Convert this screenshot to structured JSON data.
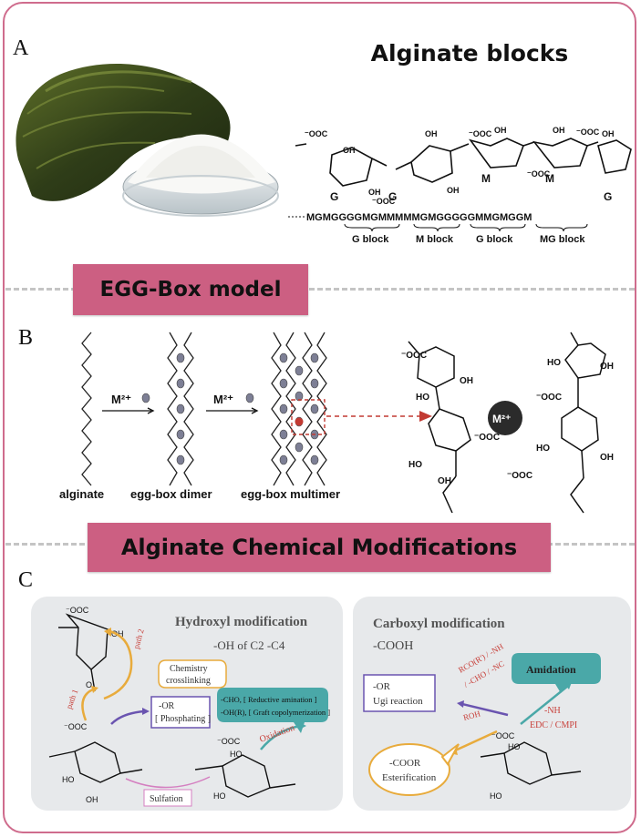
{
  "panel_labels": {
    "a": "A",
    "b": "B",
    "c": "C"
  },
  "section_a": {
    "title": "Alginate blocks",
    "residue_labels": [
      "G",
      "G",
      "M",
      "M",
      "G"
    ],
    "sequence": "MGMGGGGMGMMMMMGMGGGGGMMGMGGM",
    "block_labels": [
      "G block",
      "M block",
      "G block",
      "MG block"
    ]
  },
  "banners": {
    "egg_box": "EGG-Box model",
    "modifications": "Alginate Chemical Modifications"
  },
  "section_b": {
    "ion": "M²⁺",
    "stage_labels": [
      "alginate",
      "egg-box dimer",
      "egg-box multimer"
    ],
    "center_ion": "M²⁺"
  },
  "section_c": {
    "hydroxyl": {
      "title": "Hydroxyl   modification",
      "subtitle": "-OH of C2 -C4",
      "chemistry_bubble": [
        "Chemistry",
        "crosslinking"
      ],
      "or_box": [
        "-OR",
        "[ Phosphating ]"
      ],
      "cho_bubble": [
        "-CHO, [ Reductive amination ]",
        "-OH(R), [ Graft copolymerization ]"
      ],
      "path1": "path 1",
      "path2": "path 2",
      "oxidation": "Oxidation",
      "sulfation": "Sulfation"
    },
    "carboxyl": {
      "title": "Carboxyl modification",
      "subtitle": "-COOH",
      "or_box": [
        "-OR",
        "Ugi reaction"
      ],
      "amidation": "Amidation",
      "reagents": [
        "RCO(R') / -NH",
        "/ -CHO / -NC"
      ],
      "roh": "ROH",
      "nh": "-NH",
      "edc": "EDC / CMPI",
      "coor_bubble": [
        "-COOR",
        "Esterification"
      ]
    },
    "ring_atoms": {
      "coo": "⁻OOC",
      "ho": "HO",
      "oh": "OH",
      "o": "O"
    }
  },
  "colors": {
    "frame": "#cf6c8d",
    "banner": "#cc5f82",
    "panel": "#e7e9eb",
    "path_orange": "#e8ab3c",
    "purple": "#6a54b0",
    "teal": "#4aa8a8",
    "red_label": "#c8403a",
    "pink": "#d47fc0"
  }
}
